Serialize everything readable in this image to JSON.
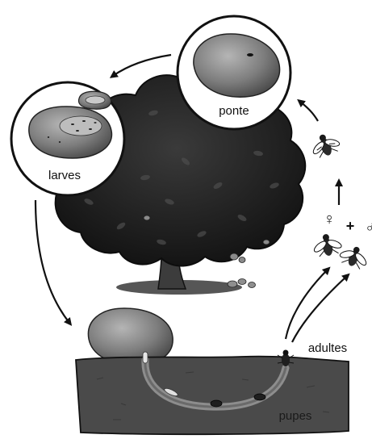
{
  "labels": {
    "ponte": "ponte",
    "larves": "larves",
    "adultes": "adultes",
    "pupes": "pupes",
    "female_symbol": "♀",
    "male_symbol": "♂",
    "plus": "+"
  },
  "colors": {
    "tree_canopy": "#1f1f1f",
    "trunk": "#3a3a3a",
    "soil": "#4a4a4a",
    "fruit": "#7a7a7a",
    "outline": "#111111",
    "background": "#ffffff"
  }
}
